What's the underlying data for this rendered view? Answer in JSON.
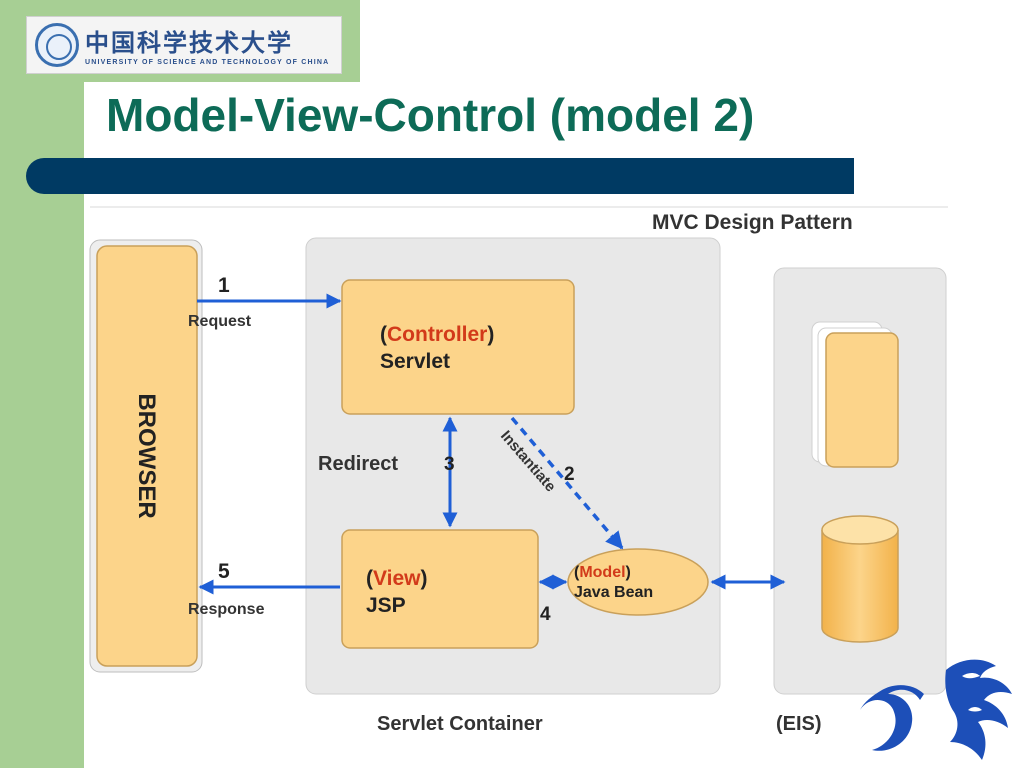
{
  "header": {
    "logo_cn": "中国科学技术大学",
    "logo_en": "UNIVERSITY OF SCIENCE AND TECHNOLOGY OF CHINA",
    "title": "Model-View-Control (model 2)"
  },
  "diagram": {
    "caption": "MVC Design Pattern",
    "browser_label": "BROWSER",
    "container_label": "Servlet Container",
    "eis_label": "(EIS)",
    "controller": {
      "open": "(",
      "role": "Controller",
      "close": ")",
      "tech": "Servlet"
    },
    "view": {
      "open": "(",
      "role": "View",
      "close": ")",
      "tech": "JSP"
    },
    "model": {
      "open": "(",
      "role": "Model",
      "close": ")",
      "tech": "Java Bean"
    },
    "steps": {
      "s1_num": "1",
      "s1_label": "Request",
      "s2_num": "2",
      "s2_label": "Instantiate",
      "s3_num": "3",
      "s3_label": "Redirect",
      "s4_num": "4",
      "s5_num": "5",
      "s5_label": "Response"
    }
  },
  "colors": {
    "title": "#0d6b57",
    "title_bar": "#003a63",
    "side_band": "#a7cf94",
    "box_fill": "#fcd48a",
    "box_stroke": "#c9a05a",
    "arrow": "#1f5fd6",
    "role_text": "#d23a1a"
  }
}
